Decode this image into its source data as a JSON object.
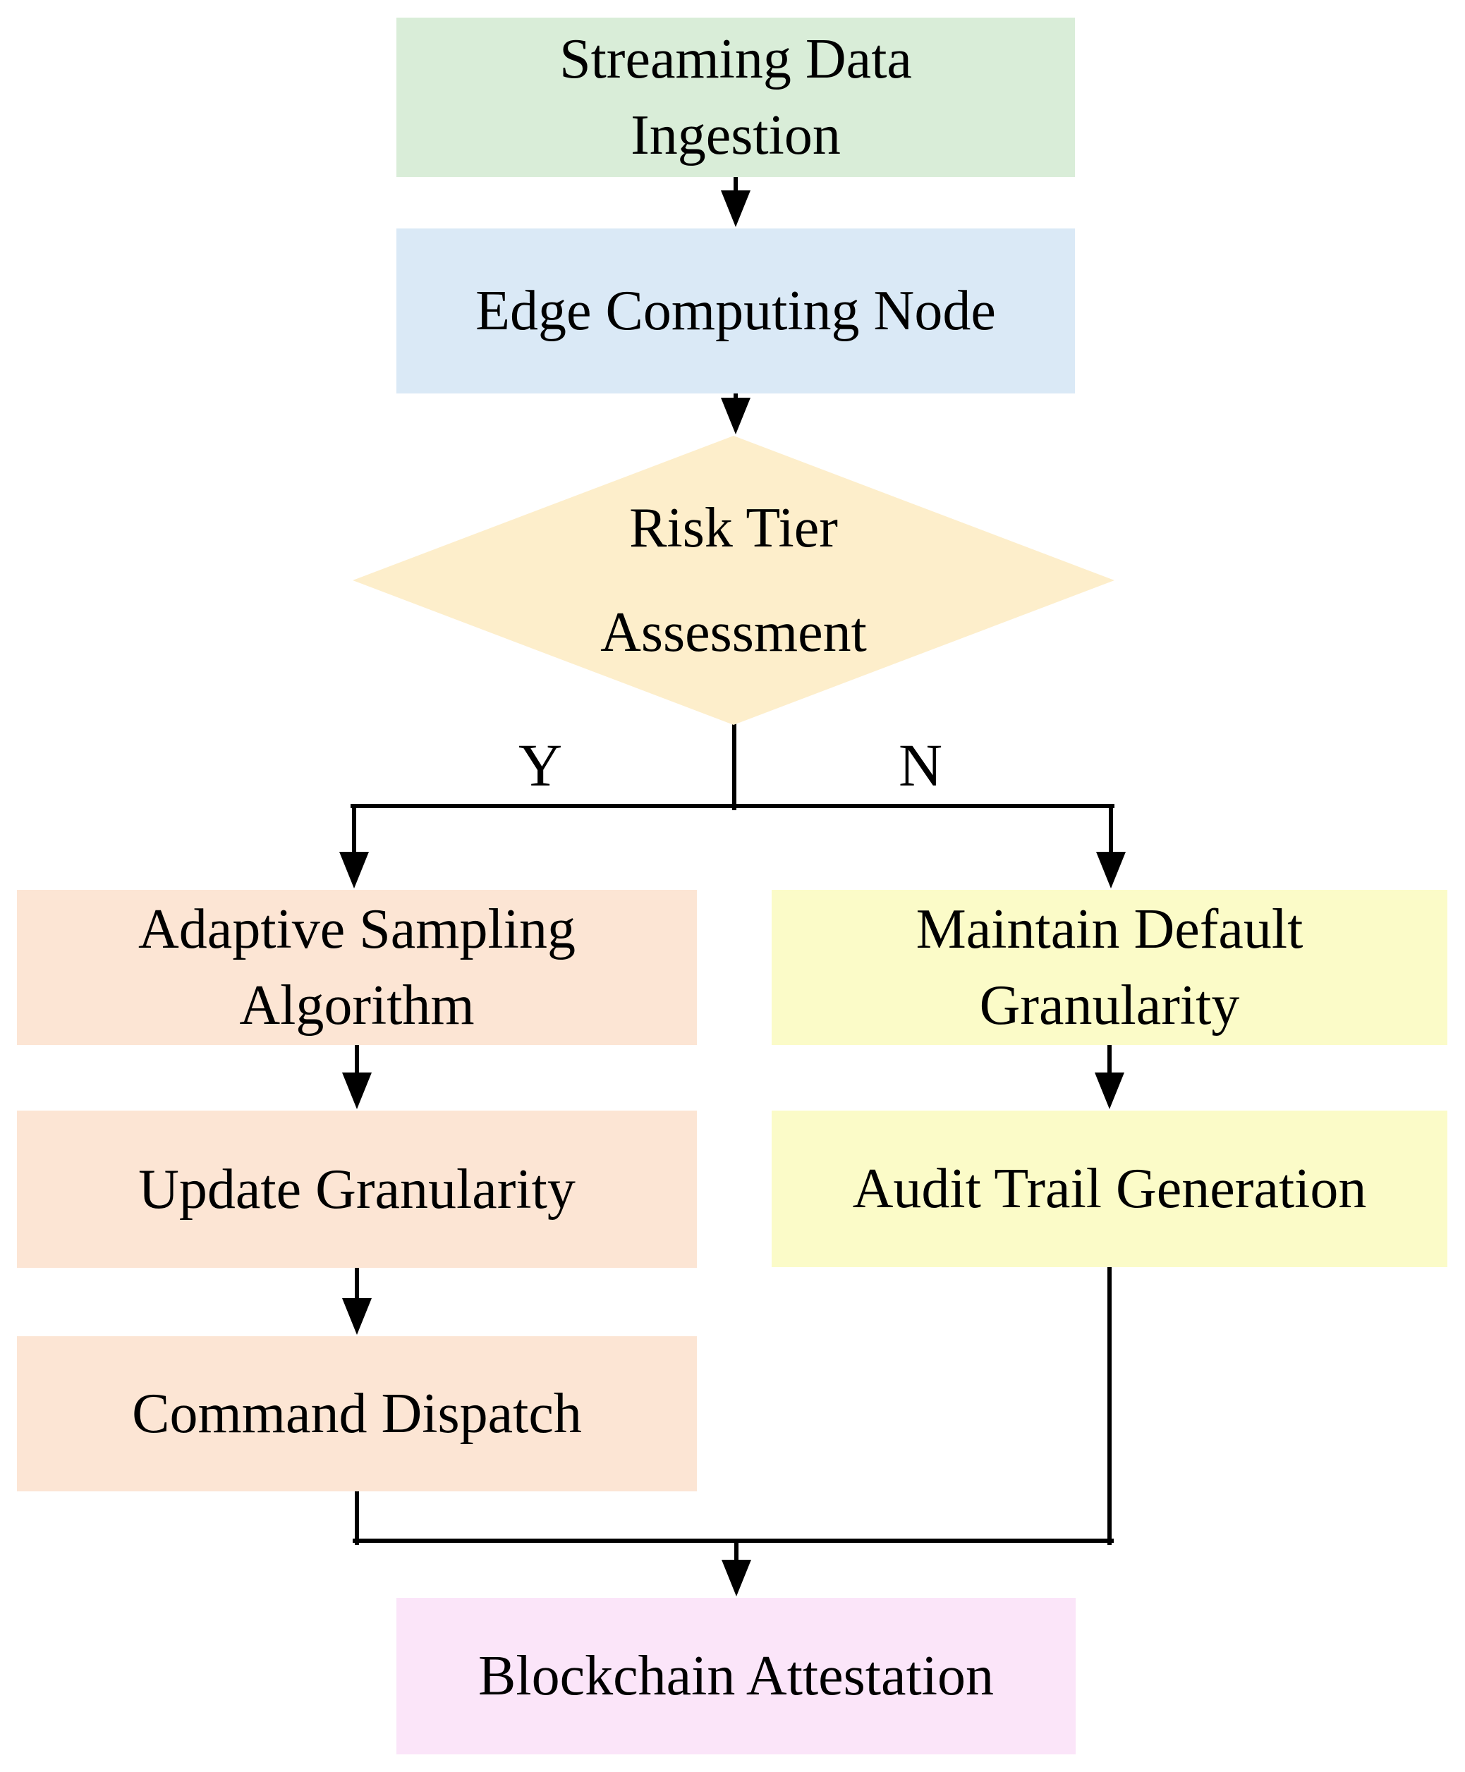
{
  "flowchart": {
    "background": "#ffffff",
    "connector_color": "#000000",
    "text_color": "#000000",
    "nodes": {
      "streaming_data_ingestion": {
        "label": "Streaming Data\nIngestion",
        "fill": "#d9edd8",
        "shape": "process"
      },
      "edge_computing_node": {
        "label": "Edge Computing Node",
        "fill": "#dae9f6",
        "shape": "process"
      },
      "risk_tier_assessment": {
        "label": "Risk Tier\nAssessment",
        "fill": "#fdeecb",
        "shape": "decision"
      },
      "adaptive_sampling_algorithm": {
        "label": "Adaptive Sampling\nAlgorithm",
        "fill": "#fce5d4",
        "shape": "process"
      },
      "update_granularity": {
        "label": "Update Granularity",
        "fill": "#fce5d4",
        "shape": "process"
      },
      "command_dispatch": {
        "label": "Command Dispatch",
        "fill": "#fce5d4",
        "shape": "process"
      },
      "maintain_default_granularity": {
        "label": "Maintain Default\nGranularity",
        "fill": "#fbfbc8",
        "shape": "process"
      },
      "audit_trail_generation": {
        "label": "Audit Trail Generation",
        "fill": "#fbfbc8",
        "shape": "process"
      },
      "blockchain_attestation": {
        "label": "Blockchain Attestation",
        "fill": "#fbe5f9",
        "shape": "process"
      }
    },
    "edges": [
      {
        "from": "streaming_data_ingestion",
        "to": "edge_computing_node",
        "label": ""
      },
      {
        "from": "edge_computing_node",
        "to": "risk_tier_assessment",
        "label": ""
      },
      {
        "from": "risk_tier_assessment",
        "to": "adaptive_sampling_algorithm",
        "label": "Y"
      },
      {
        "from": "risk_tier_assessment",
        "to": "maintain_default_granularity",
        "label": "N"
      },
      {
        "from": "adaptive_sampling_algorithm",
        "to": "update_granularity",
        "label": ""
      },
      {
        "from": "update_granularity",
        "to": "command_dispatch",
        "label": ""
      },
      {
        "from": "maintain_default_granularity",
        "to": "audit_trail_generation",
        "label": ""
      },
      {
        "from": "command_dispatch",
        "to": "blockchain_attestation",
        "label": ""
      },
      {
        "from": "audit_trail_generation",
        "to": "blockchain_attestation",
        "label": ""
      }
    ]
  }
}
